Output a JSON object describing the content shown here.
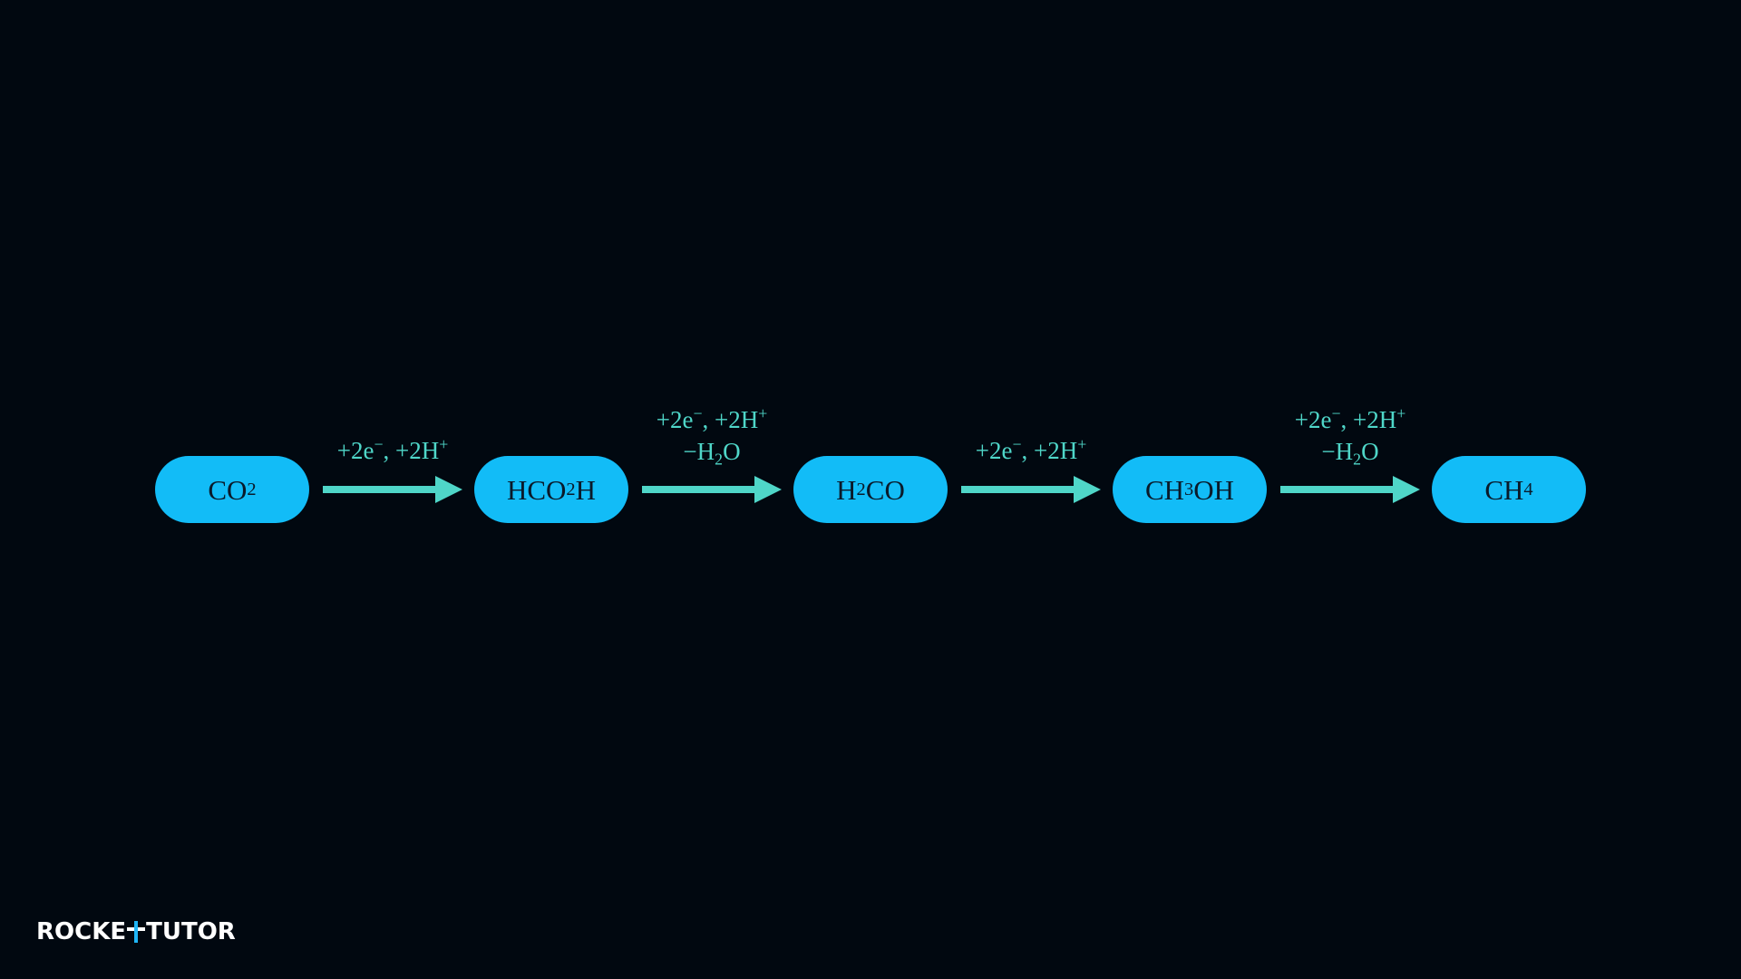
{
  "colors": {
    "background": "#010810",
    "node_fill": "#12bcf7",
    "arrow": "#4fd6c8",
    "label": "#4fd6c8",
    "logo_text": "#ffffff",
    "logo_accent": "#1fb5f5"
  },
  "nodes": [
    {
      "base": "CO",
      "sub": "2",
      "tail": ""
    },
    {
      "base": "HCO",
      "sub": "2",
      "tail": "H"
    },
    {
      "base": "H",
      "sub": "2",
      "tail": "CO"
    },
    {
      "base": "CH",
      "sub": "3",
      "tail": "OH"
    },
    {
      "base": "CH",
      "sub": "4",
      "tail": ""
    }
  ],
  "steps": [
    {
      "line1": {
        "a": "+2e",
        "a_sup": "−",
        "b": ", +2H",
        "b_sup": "+"
      },
      "line2": null
    },
    {
      "line1": {
        "a": "+2e",
        "a_sup": "−",
        "b": ", +2H",
        "b_sup": "+"
      },
      "line2": {
        "a": "−H",
        "a_sub": "2",
        "b": "O"
      }
    },
    {
      "line1": {
        "a": "+2e",
        "a_sup": "−",
        "b": ", +2H",
        "b_sup": "+"
      },
      "line2": null
    },
    {
      "line1": {
        "a": "+2e",
        "a_sup": "−",
        "b": ", +2H",
        "b_sup": "+"
      },
      "line2": {
        "a": "−H",
        "a_sub": "2",
        "b": "O"
      }
    }
  ],
  "logo": {
    "left": "ROCKE",
    "right": "TUTOR"
  }
}
